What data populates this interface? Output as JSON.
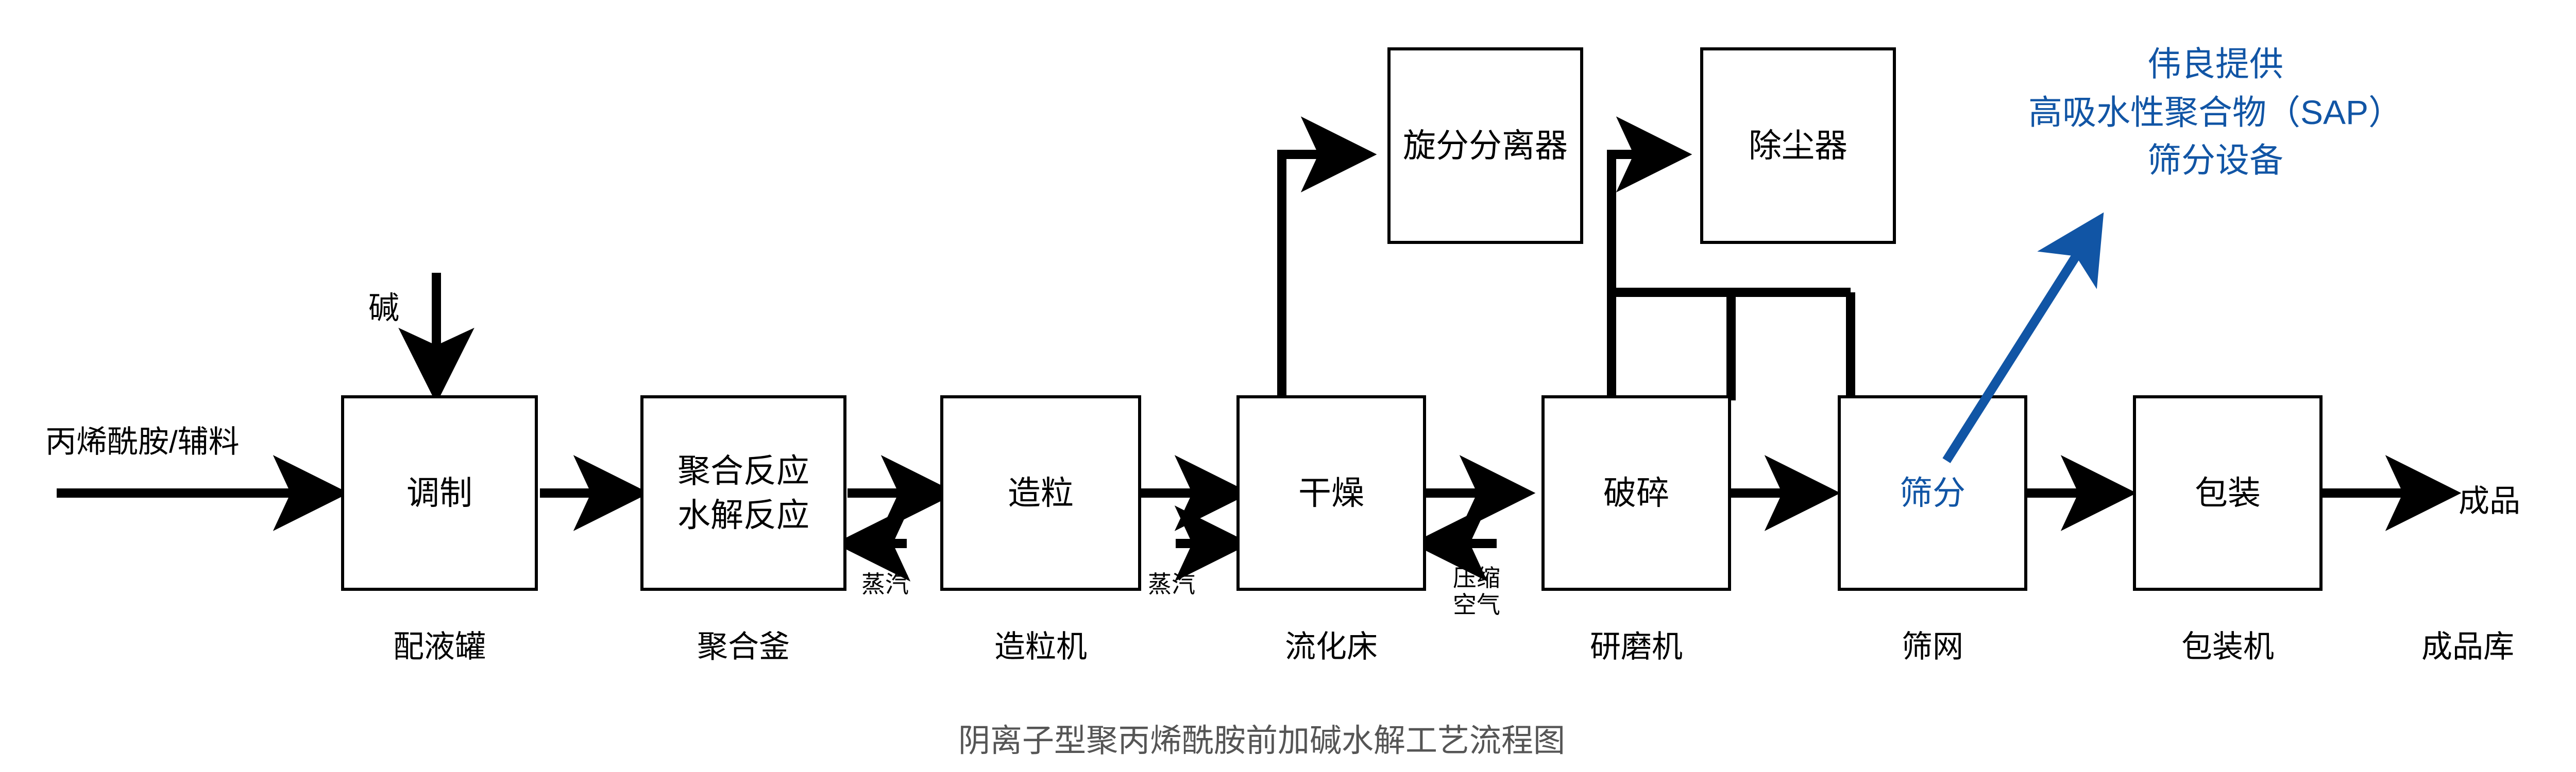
{
  "figure": {
    "title": "阴离子型聚丙烯酰胺前加碱水解工艺流程图",
    "colors": {
      "line": "#000000",
      "accent_blue": "#1155A5",
      "title_gray": "#555555",
      "background": "#FFFFFF"
    }
  },
  "process_boxes": [
    {
      "id": "tiaozhi",
      "line1": "调制",
      "line2": "",
      "equipment": "配液罐",
      "blue": false
    },
    {
      "id": "juhe",
      "line1": "聚合反应",
      "line2": "水解反应",
      "equipment": "聚合釜",
      "blue": false
    },
    {
      "id": "zaoli",
      "line1": "造粒",
      "line2": "",
      "equipment": "造粒机",
      "blue": false
    },
    {
      "id": "ganzao",
      "line1": "干燥",
      "line2": "",
      "equipment": "流化床",
      "blue": false
    },
    {
      "id": "posui",
      "line1": "破碎",
      "line2": "",
      "equipment": "研磨机",
      "blue": false
    },
    {
      "id": "shaifen",
      "line1": "筛分",
      "line2": "",
      "equipment": "筛网",
      "blue": true
    },
    {
      "id": "baozhuang",
      "line1": "包装",
      "line2": "",
      "equipment": "包装机",
      "blue": false
    }
  ],
  "auxiliary_boxes": [
    {
      "id": "cyclone",
      "label": "旋分分离器"
    },
    {
      "id": "dust",
      "label": "除尘器"
    }
  ],
  "stream_labels": {
    "feed": "丙烯酰胺/辅料",
    "alkali": "碱",
    "steam_polymer": "蒸汽",
    "steam_dryer": "蒸汽",
    "compressed_air_line1": "压缩",
    "compressed_air_line2": "空气",
    "product": "成品",
    "product_store": "成品库"
  },
  "annotation": {
    "line1": "伟良提供",
    "line2": "高吸水性聚合物（SAP）",
    "line3": "筛分设备"
  }
}
